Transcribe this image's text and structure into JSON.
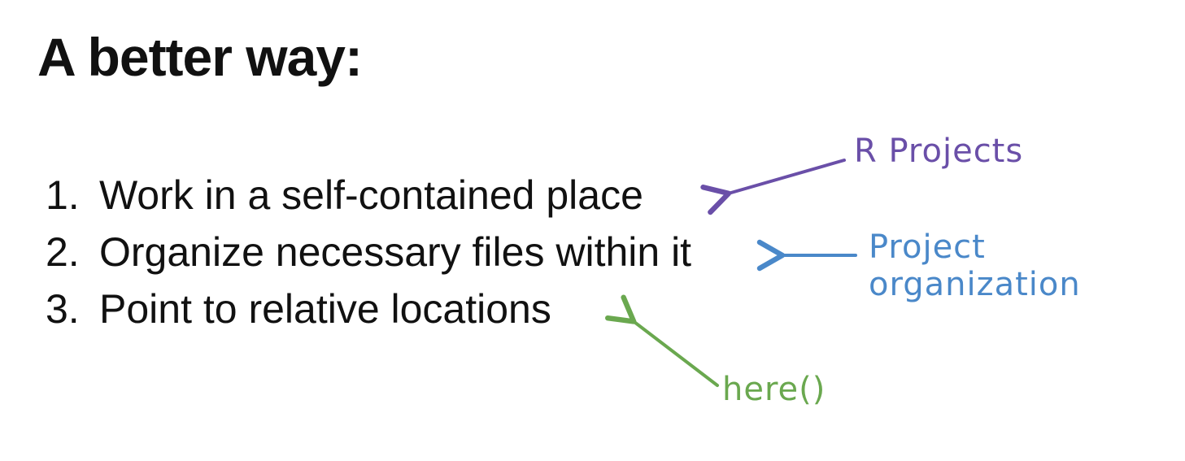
{
  "slide": {
    "title": "A better way:",
    "steps": [
      {
        "number": "1.",
        "text": "Work in a self-contained place"
      },
      {
        "number": "2.",
        "text": "Organize necessary files within it"
      },
      {
        "number": "3.",
        "text": "Point to relative locations"
      }
    ],
    "annotations": {
      "r_projects": "R Projects",
      "project_organization_line1": "Project",
      "project_organization_line2": "organization",
      "here": "here()"
    },
    "colors": {
      "r_projects": "#6a4fa8",
      "project_organization": "#4a88c9",
      "here": "#6aa84f"
    }
  }
}
